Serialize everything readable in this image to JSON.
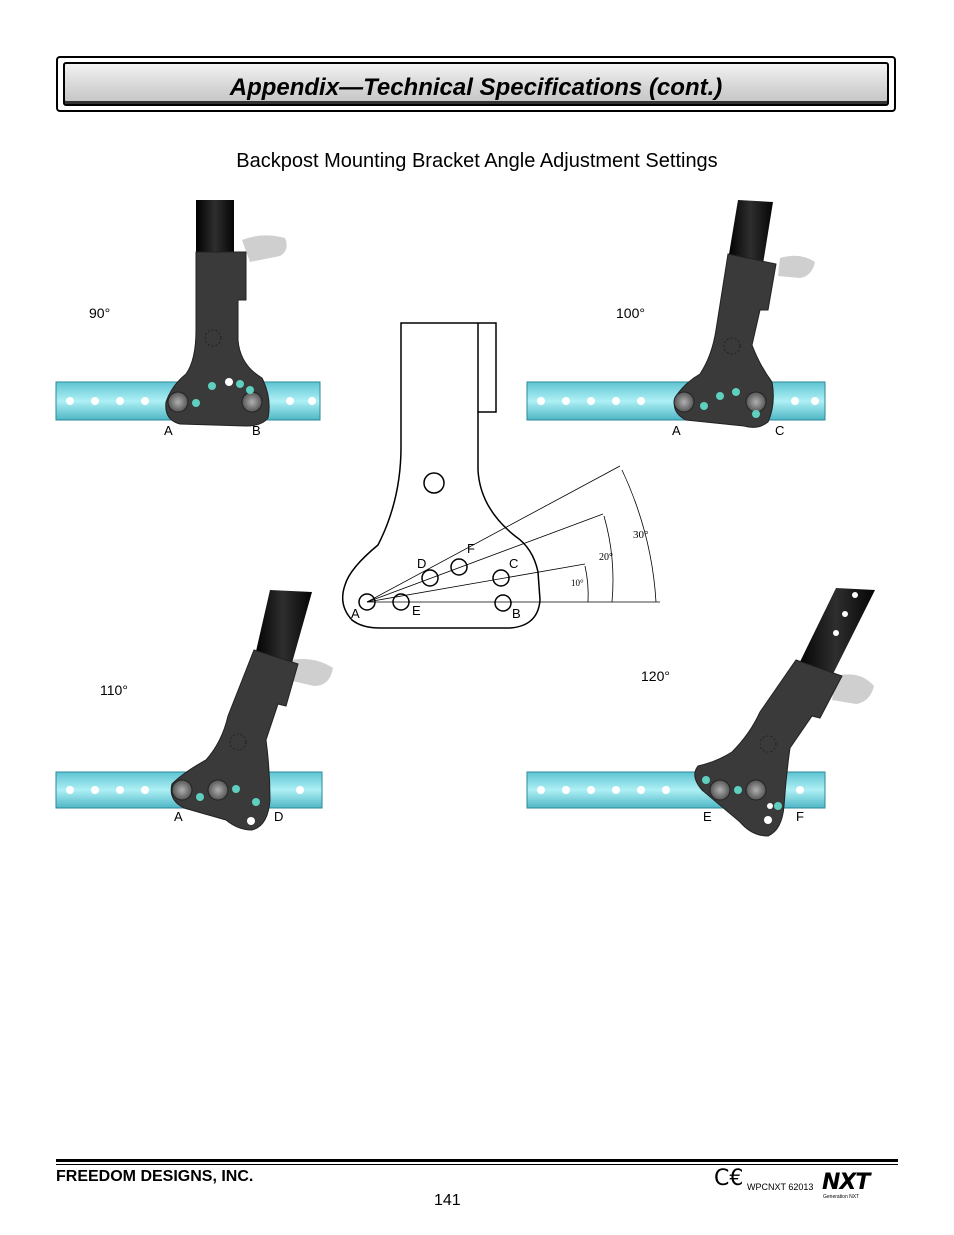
{
  "header": {
    "title": "Appendix—Technical Specifications (cont.)"
  },
  "section_title": "Backpost Mounting Bracket Angle Adjustment Settings",
  "settings": [
    {
      "angle": "90°",
      "holes": [
        "A",
        "B"
      ]
    },
    {
      "angle": "100°",
      "holes": [
        "A",
        "C"
      ]
    },
    {
      "angle": "110°",
      "holes": [
        "A",
        "D"
      ]
    },
    {
      "angle": "120°",
      "holes": [
        "E",
        "F"
      ]
    }
  ],
  "diagram": {
    "hole_labels": [
      "A",
      "B",
      "C",
      "D",
      "E",
      "F"
    ],
    "angle_marks": [
      "10°",
      "20°",
      "30°"
    ]
  },
  "footer": {
    "company": "FREEDOM DESIGNS, INC.",
    "page_number": "141",
    "ce_mark": "C€",
    "doc_code": "WPCNXT 62013",
    "logo": "NXT",
    "logo_sub": "Generation NXT"
  },
  "colors": {
    "tube": "#7fd6e0",
    "bracket": "#3a3a3a",
    "post": "#111111",
    "hole_fill": "#5fd0c0"
  }
}
